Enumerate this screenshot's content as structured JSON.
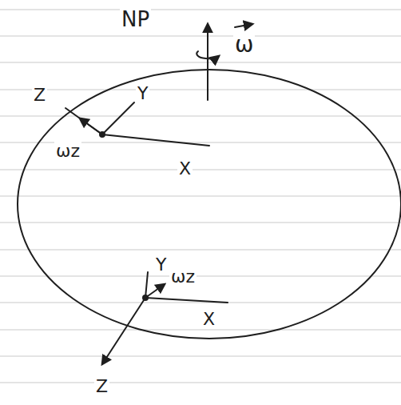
{
  "diagram": {
    "labels": [
      "NP",
      "ω",
      "Z",
      "Y",
      "ωz",
      "X",
      "Y",
      "ωz",
      "X",
      "Z"
    ]
  }
}
